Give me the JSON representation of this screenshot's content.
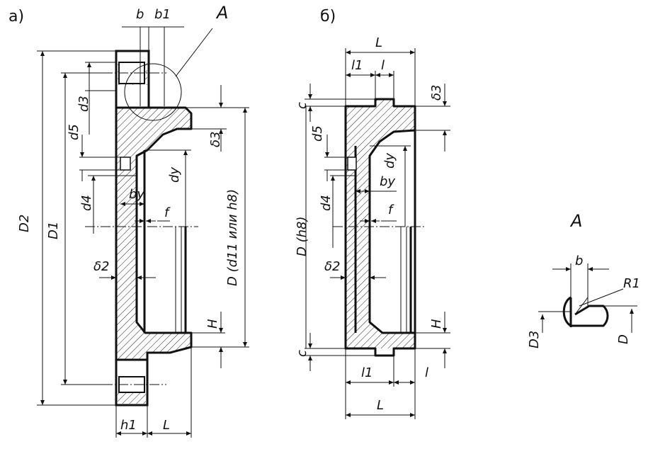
{
  "views": {
    "a": {
      "marker": "а)",
      "labels": {
        "b": "b",
        "b1": "b1",
        "A": "A",
        "d3": "d3",
        "d5": "d5",
        "d4": "d4",
        "dy": "dy",
        "by": "by",
        "f": "f",
        "delta2": "δ2",
        "delta3": "δ3",
        "D2": "D2",
        "D1": "D1",
        "D": "D (d11 или h8)",
        "H": "H",
        "h1": "h1",
        "L": "L"
      }
    },
    "b": {
      "marker": "б)",
      "labels": {
        "L_top": "L",
        "l1_top": "l1",
        "l_top": "l",
        "c_top": "c",
        "delta3": "δ3",
        "d5": "d5",
        "dy": "dy",
        "by": "by",
        "d4": "d4",
        "f": "f",
        "D": "D (h8)",
        "delta2": "δ2",
        "H": "H",
        "c_bottom": "c",
        "l1_bottom": "l1",
        "l_bottom": "l",
        "L_bottom": "L"
      }
    },
    "detail": {
      "title": "A",
      "labels": {
        "b": "b",
        "R1": "R1",
        "D3": "D3",
        "D": "D"
      }
    }
  }
}
